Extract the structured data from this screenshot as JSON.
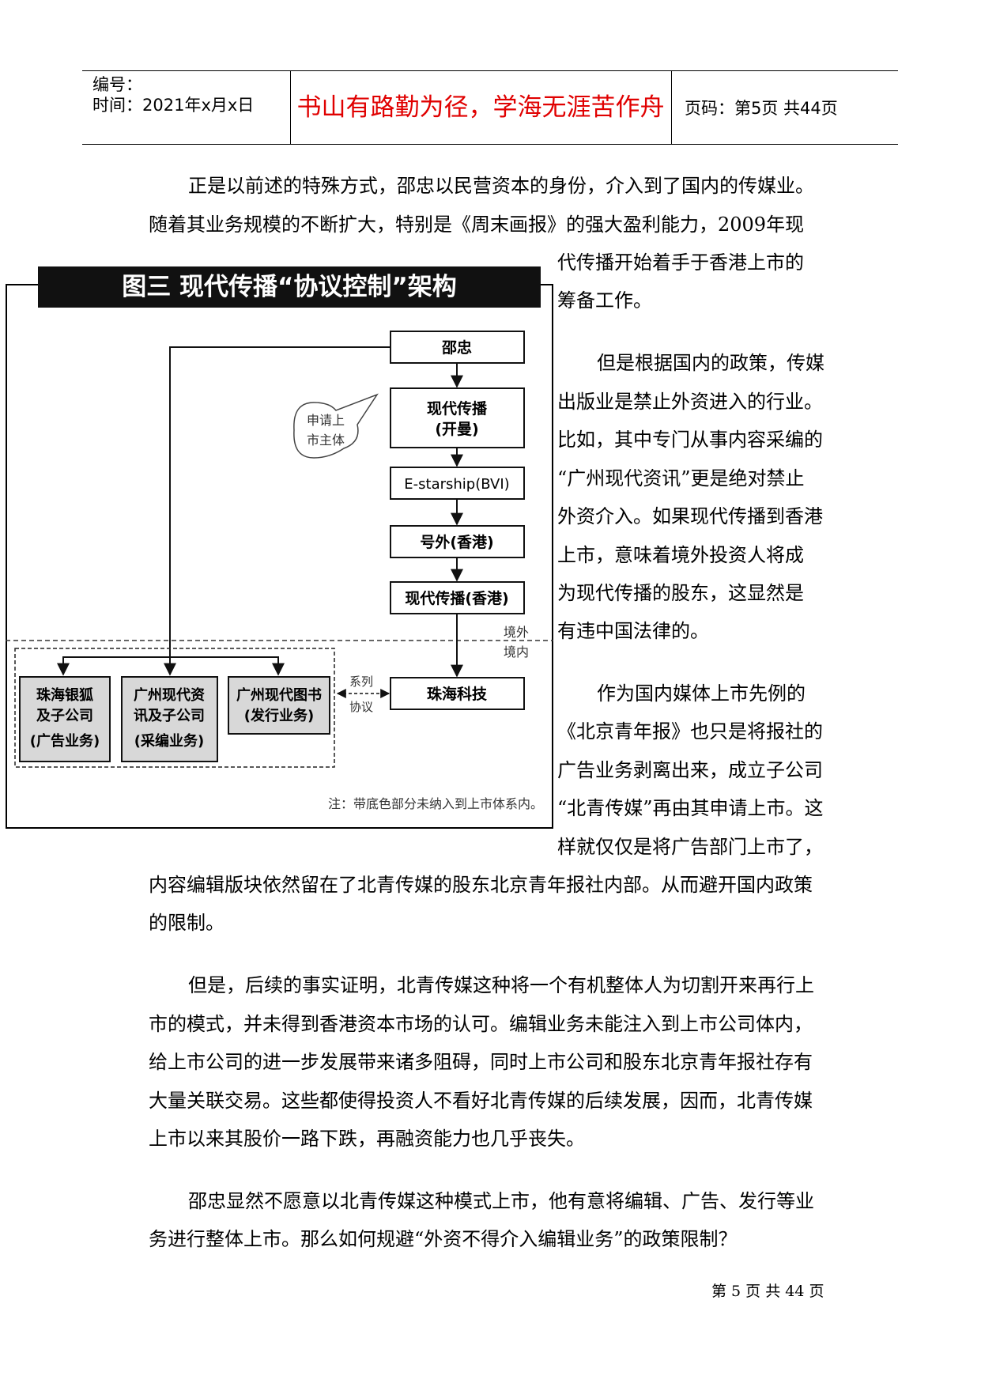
{
  "header": {
    "number_label": "编号：",
    "time_label": "时间：2021年x月x日",
    "motto": "书山有路勤为径，学海无涯苦作舟",
    "page_label": "页码：第5页  共44页"
  },
  "body": {
    "p1": [
      "正是以前述的特殊方式，邵忠以民营资本的身份，介入到了国内的传媒业。",
      "随着其业务规模的不断扩大，特别是《周末画报》的强大盈利能力，2009年现",
      "代传播开始着手于香港上市的",
      "筹备工作。"
    ],
    "p2": [
      "但是根据国内的政策，传媒",
      "出版业是禁止外资进入的行业。",
      "比如，其中专门从事内容采编的",
      "“广州现代资讯”更是绝对禁止",
      "外资介入。如果现代传播到香港",
      "上市，意味着境外投资人将成",
      "为现代传播的股东，这显然是",
      "有违中国法律的。"
    ],
    "p3": [
      "作为国内媒体上市先例的",
      "《北京青年报》也只是将报社的",
      "广告业务剥离出来，成立子公司",
      "“北青传媒”再由其申请上市。这",
      "样就仅仅是将广告部门上市了，",
      "内容编辑版块依然留在了北青传媒的股东北京青年报社内部。从而避开国内政策",
      "的限制。"
    ],
    "p4": [
      "但是，后续的事实证明，北青传媒这种将一个有机整体人为切割开来再行上",
      "市的模式，并未得到香港资本市场的认可。编辑业务未能注入到上市公司体内，",
      "给上市公司的进一步发展带来诸多阻碍，同时上市公司和股东北京青年报社存有",
      "大量关联交易。这些都使得投资人不看好北青传媒的后续发展，因而，北青传媒",
      "上市以来其股价一路下跌，再融资能力也几乎丧失。"
    ],
    "p5": [
      "邵忠显然不愿意以北青传媒这种模式上市，他有意将编辑、广告、发行等业",
      "务进行整体上市。那么如何规避“外资不得介入编辑业务”的政策限制？"
    ]
  },
  "figure": {
    "title": "图三 现代传播“协议控制”架构",
    "nodes": {
      "shaozhong": "邵忠",
      "modern_media_1": "现代传播",
      "modern_media_2": "(开曼)",
      "estarship": "E-starship(BVI)",
      "haowai": "号外(香港)",
      "modern_hk": "现代传播(香港)",
      "zhuhai_tech": "珠海科技",
      "zh_yinhu_1": "珠海银狐",
      "zh_yinhu_2": "及子公司",
      "zh_yinhu_3": "(广告业务)",
      "gz_zixun_1": "广州现代资",
      "gz_zixun_2": "讯及子公司",
      "gz_zixun_3": "(采编业务)",
      "gz_tushu_1": "广州现代图书",
      "gz_tushu_2": "(发行业务)"
    },
    "callout_1": "申请上",
    "callout_2": "市主体",
    "border_outside": "境外",
    "border_inside": "境内",
    "agreement_1": "系列",
    "agreement_2": "协议",
    "note": "注：带底色部分未纳入到上市体系内。"
  },
  "footer": "第 5 页 共 44 页"
}
